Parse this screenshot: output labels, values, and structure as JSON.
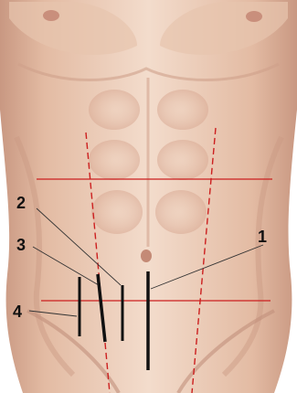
{
  "figure": {
    "callouts": [
      {
        "id": "1",
        "label": "1"
      },
      {
        "id": "2",
        "label": "2"
      },
      {
        "id": "3",
        "label": "3"
      },
      {
        "id": "4",
        "label": "4"
      }
    ],
    "colors": {
      "skin_light": "#f1d8c6",
      "skin_mid": "#e3bba3",
      "skin_shadow": "#c99882",
      "guide_line": "#cc1f1f",
      "incision": "#111111",
      "leader": "#333333"
    }
  }
}
